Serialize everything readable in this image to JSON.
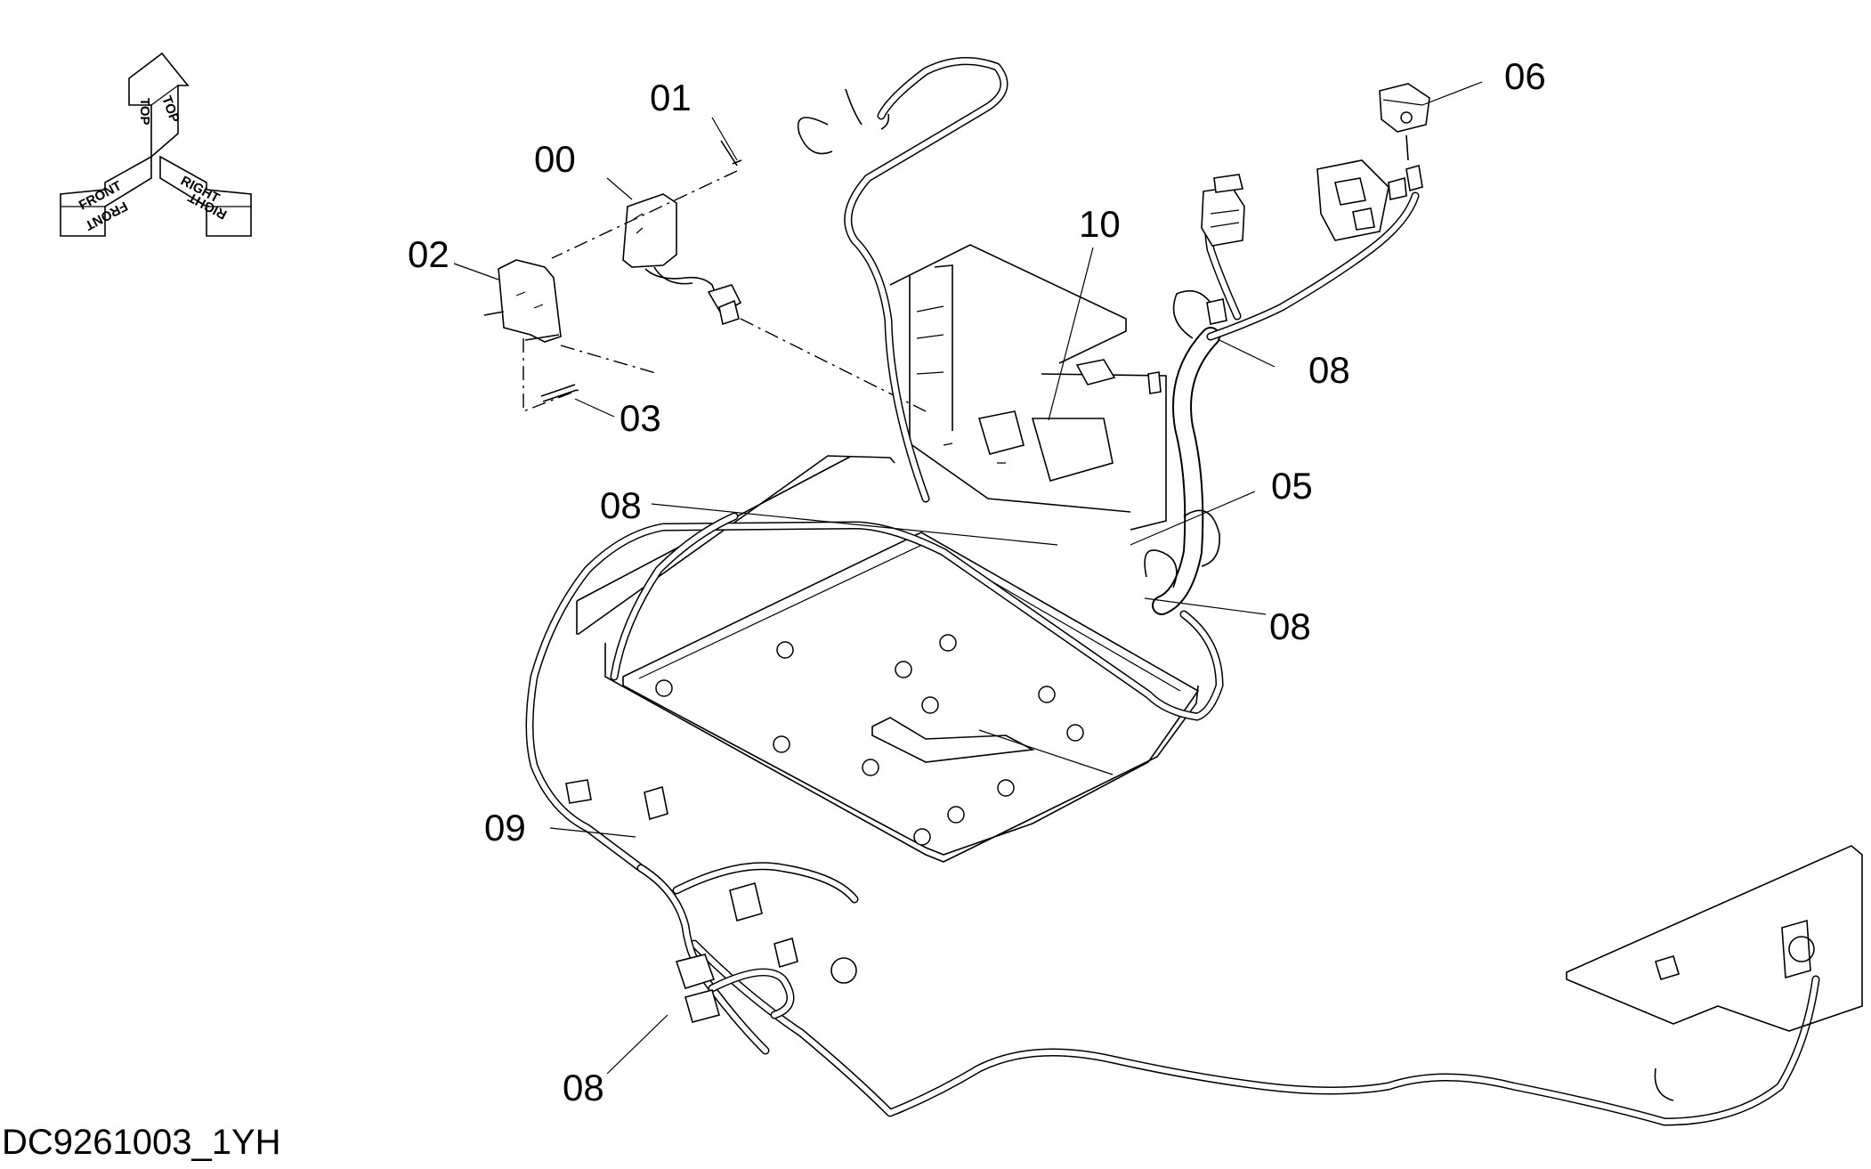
{
  "drawing_code": "DC9261003_1YH",
  "orientation": {
    "labels": [
      "TOP",
      "TOP",
      "FRONT",
      "FRONT",
      "RIGHT",
      "RIGHT"
    ]
  },
  "callouts": [
    {
      "id": "c00",
      "label": "00"
    },
    {
      "id": "c01",
      "label": "01"
    },
    {
      "id": "c02",
      "label": "02"
    },
    {
      "id": "c03",
      "label": "03"
    },
    {
      "id": "c05",
      "label": "05"
    },
    {
      "id": "c06",
      "label": "06"
    },
    {
      "id": "c08a",
      "label": "08"
    },
    {
      "id": "c08b",
      "label": "08"
    },
    {
      "id": "c08c",
      "label": "08"
    },
    {
      "id": "c08d",
      "label": "08"
    },
    {
      "id": "c09",
      "label": "09"
    },
    {
      "id": "c10",
      "label": "10"
    }
  ]
}
